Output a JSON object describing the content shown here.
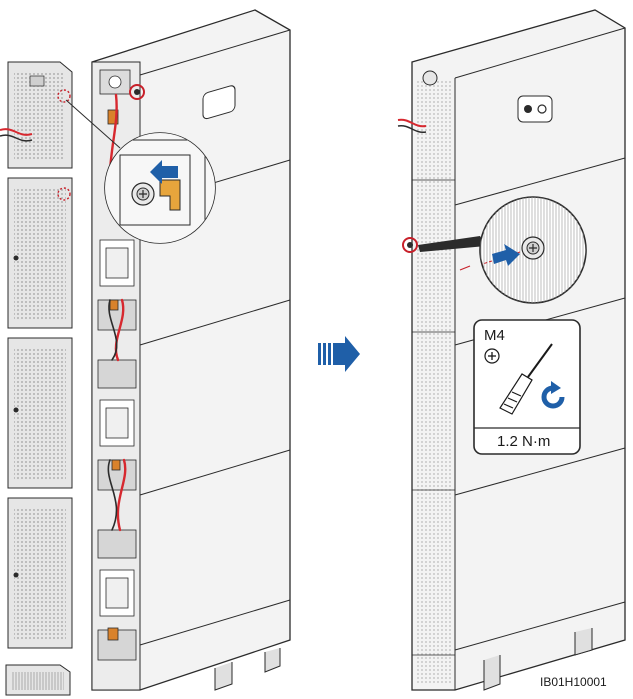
{
  "figure": {
    "screw_size": "M4",
    "torque": "1.2 N·m",
    "figure_code": "IB01H10001"
  },
  "colors": {
    "cabinet_fill": "#f2f2f2",
    "cabinet_stroke": "#2b2b2b",
    "cover_fill": "#e6e6e6",
    "grille_dot": "#9a9a9a",
    "cable_red": "#d7282f",
    "terminal_orange": "#d9822b",
    "arrow_blue": "#1f5fa8",
    "marker_red": "#c8202a"
  },
  "icons": {
    "next_step": "triple-arrow-right-icon",
    "screw_head": "phillips-screw-icon",
    "tool": "screwdriver-icon",
    "direction": "clockwise-rotation-icon"
  }
}
